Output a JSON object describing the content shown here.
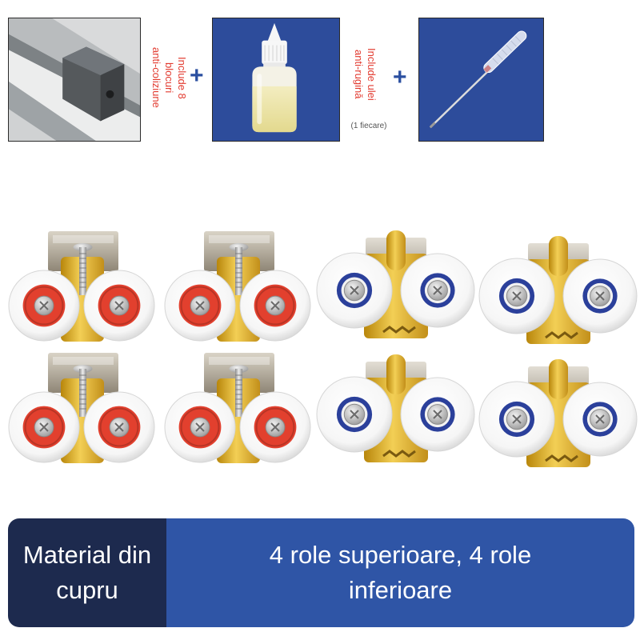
{
  "accessories": {
    "callout_1": {
      "lines": [
        "Include 8",
        "blocuri",
        "anti-coliziune"
      ]
    },
    "callout_2": {
      "lines": [
        "Include ulei",
        "anti-rugină"
      ],
      "note": "(1 fiecare)"
    },
    "plus_sign": "+"
  },
  "rollers": [
    {
      "bearing_color": "#e2402e"
    },
    {
      "bearing_color": "#e2402e"
    },
    {
      "bearing_color": "#2b409b"
    },
    {
      "bearing_color": "#2b409b"
    },
    {
      "bearing_color": "#e2402e"
    },
    {
      "bearing_color": "#e2402e"
    },
    {
      "bearing_color": "#2b409b"
    },
    {
      "bearing_color": "#2b409b"
    }
  ],
  "banner": {
    "left_text": "Material din cupru",
    "right_text": "4 role superioare, 4 role inferioare"
  },
  "colors": {
    "callout_red": "#e23a2f",
    "plus_blue": "#2b4fa0",
    "panel_blue": "#2d4c9b",
    "banner_dark": "#1d2a4e",
    "banner_blue": "#2f55a6"
  }
}
